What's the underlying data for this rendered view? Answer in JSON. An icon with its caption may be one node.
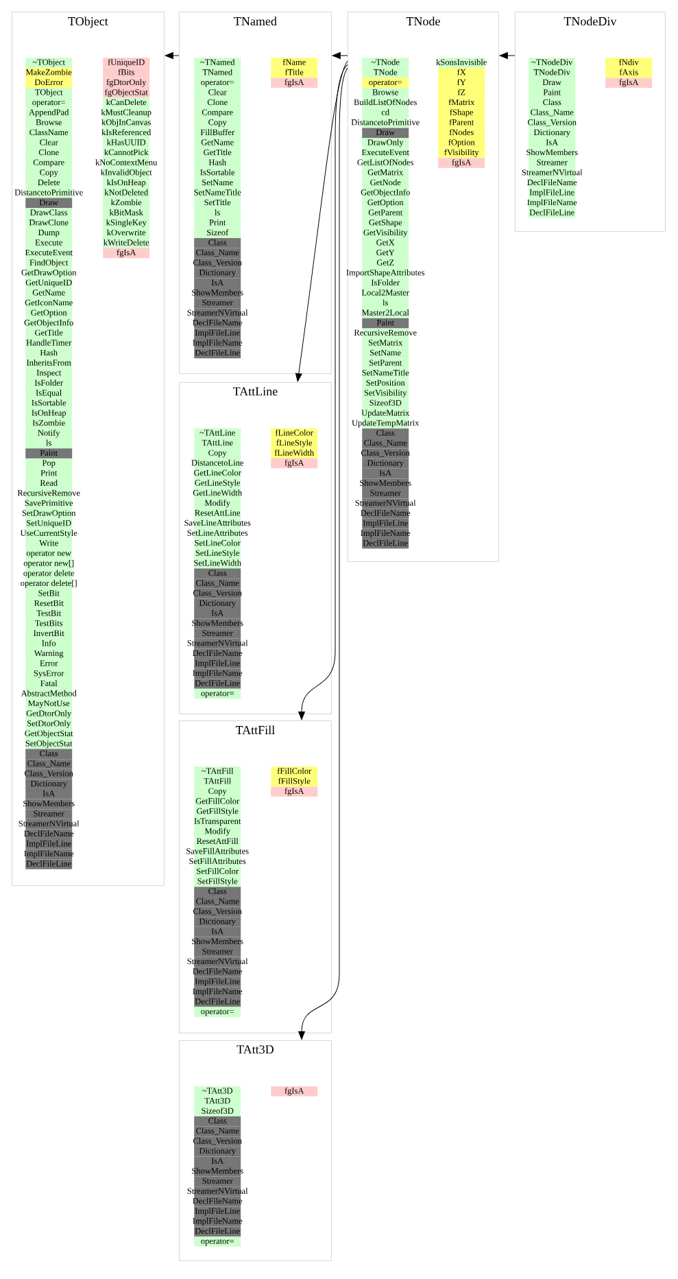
{
  "diagram": {
    "nodes": [
      {
        "text": [
          "TObject"
        ]
      },
      {
        "text": [
          "~TObject"
        ],
        "in": 0
      },
      {
        "text": [
          "MakeZombie"
        ],
        "in": 0
      },
      {
        "text": [
          "DoError"
        ],
        "in": 0
      },
      {
        "text": [
          "TObject"
        ],
        "in": 0
      },
      {
        "text": [
          "operator="
        ],
        "in": 0
      },
      {
        "text": [
          "AppendPad"
        ],
        "in": 0
      },
      {
        "text": [
          "Browse"
        ],
        "in": 0
      },
      {
        "text": [
          "ClassName"
        ],
        "in": 0
      },
      {
        "text": [
          "Clear"
        ],
        "in": 0
      },
      {
        "text": [
          "Clone"
        ],
        "in": 0
      },
      {
        "text": [
          "Compare"
        ],
        "in": 0
      },
      {
        "text": [
          "Copy"
        ],
        "in": 0
      },
      {
        "text": [
          "Delete"
        ],
        "in": 0
      },
      {
        "text": [
          "DistancetoPrimitive"
        ],
        "in": 0
      },
      {
        "text": [
          "Draw"
        ],
        "in": 0
      },
      {
        "text": [
          "DrawClass"
        ],
        "in": 0
      },
      {
        "text": [
          "DrawClone"
        ],
        "in": 0
      },
      {
        "text": [
          "Dump"
        ],
        "in": 0
      },
      {
        "text": [
          "Execute"
        ],
        "in": 0
      },
      {
        "text": [
          "ExecuteEvent"
        ],
        "in": 0
      },
      {
        "text": [
          "FindObject"
        ],
        "in": 0
      },
      {
        "text": [
          "GetDrawOption"
        ],
        "in": 0
      },
      {
        "text": [
          "GetUniqueID"
        ],
        "in": 0
      },
      {
        "text": [
          "GetName"
        ],
        "in": 0
      },
      {
        "text": [
          "GetIconName"
        ],
        "in": 0
      },
      {
        "text": [
          "GetOption"
        ],
        "in": 0
      },
      {
        "text": [
          "GetObjectInfo"
        ],
        "in": 0
      },
      {
        "text": [
          "GetTitle"
        ],
        "in": 0
      },
      {
        "text": [
          "HandleTimer"
        ],
        "in": 0
      },
      {
        "text": [
          "Hash"
        ],
        "in": 0
      },
      {
        "text": [
          "InheritsFrom"
        ],
        "in": 0
      },
      {
        "text": [
          "Inspect"
        ],
        "in": 0
      },
      {
        "text": [
          "IsFolder"
        ],
        "in": 0
      },
      {
        "text": [
          "IsEqual"
        ],
        "in": 0
      },
      {
        "text": [
          "IsSortable"
        ],
        "in": 0
      },
      {
        "text": [
          "IsOnHeap"
        ],
        "in": 0
      },
      {
        "text": [
          "IsZombie"
        ],
        "in": 0
      },
      {
        "text": [
          "Notify"
        ],
        "in": 0
      },
      {
        "text": [
          "ls"
        ],
        "in": 0
      },
      {
        "text": [
          "Paint"
        ],
        "in": 0
      },
      {
        "text": [
          "Pop"
        ],
        "in": 0
      },
      {
        "text": [
          "Print"
        ],
        "in": 0
      },
      {
        "text": [
          "Read"
        ],
        "in": 0
      },
      {
        "text": [
          "RecursiveRemove"
        ],
        "in": 0
      },
      {
        "text": [
          "SavePrimitive"
        ],
        "in": 0
      },
      {
        "text": [
          "SetDrawOption"
        ],
        "in": 0
      },
      {
        "text": [
          "SetUniqueID"
        ],
        "in": 0
      },
      {
        "text": [
          "UseCurrentStyle"
        ],
        "in": 0
      },
      {
        "text": [
          "Write"
        ],
        "in": 0
      },
      {
        "text": [
          "operator new"
        ],
        "in": 0
      },
      {
        "text": [
          "operator new[]"
        ],
        "in": 0
      },
      {
        "text": [
          "operator delete"
        ],
        "in": 0
      },
      {
        "text": [
          "operator delete[]"
        ],
        "in": 0
      },
      {
        "text": [
          "SetBit"
        ],
        "in": 0
      },
      {
        "text": [
          "ResetBit"
        ],
        "in": 0
      },
      {
        "text": [
          "TestBit"
        ],
        "in": 0
      },
      {
        "text": [
          "TestBits"
        ],
        "in": 0
      },
      {
        "text": [
          "InvertBit"
        ],
        "in": 0
      },
      {
        "text": [
          "Info"
        ],
        "in": 0
      },
      {
        "text": [
          "Warning"
        ],
        "in": 0
      },
      {
        "text": [
          "Error"
        ],
        "in": 0
      },
      {
        "text": [
          "SysError"
        ],
        "in": 0
      },
      {
        "text": [
          "Fatal"
        ],
        "in": 0
      },
      {
        "text": [
          "AbstractMethod"
        ],
        "in": 0
      },
      {
        "text": [
          "MayNotUse"
        ],
        "in": 0
      },
      {
        "text": [
          "GetDtorOnly"
        ],
        "in": 0
      },
      {
        "text": [
          "SetDtorOnly"
        ],
        "in": 0
      },
      {
        "text": [
          "GetObjectStat"
        ],
        "in": 0
      },
      {
        "text": [
          "SetObjectStat"
        ],
        "in": 0
      },
      {
        "text": [
          "Class"
        ],
        "in": 0
      },
      {
        "text": [
          "Class_Name"
        ],
        "in": 0
      },
      {
        "text": [
          "Class_Version"
        ],
        "in": 0
      },
      {
        "text": [
          "Dictionary"
        ],
        "in": 0
      },
      {
        "text": [
          "IsA"
        ],
        "in": 0
      },
      {
        "text": [
          "ShowMembers"
        ],
        "in": 0
      },
      {
        "text": [
          "Streamer"
        ],
        "in": 0
      },
      {
        "text": [
          "StreamerNVirtual"
        ],
        "in": 0
      },
      {
        "text": [
          "DeclFileName"
        ],
        "in": 0
      },
      {
        "text": [
          "ImplFileLine"
        ],
        "in": 0
      },
      {
        "text": [
          "ImplFileName"
        ],
        "in": 0
      },
      {
        "text": [
          "DeclFileLine"
        ],
        "in": 0
      },
      {
        "text": [
          "fUniqueID"
        ],
        "in": 0
      },
      {
        "text": [
          "fBits"
        ],
        "in": 0
      },
      {
        "text": [
          "fgDtorOnly"
        ],
        "in": 0
      },
      {
        "text": [
          "fgObjectStat"
        ],
        "in": 0
      },
      {
        "text": [
          "kCanDelete"
        ],
        "in": 0
      },
      {
        "text": [
          "kMustCleanup"
        ],
        "in": 0
      },
      {
        "text": [
          "kObjInCanvas"
        ],
        "in": 0
      },
      {
        "text": [
          "kIsReferenced"
        ],
        "in": 0
      },
      {
        "text": [
          "kHasUUID"
        ],
        "in": 0
      },
      {
        "text": [
          "kCannotPick"
        ],
        "in": 0
      },
      {
        "text": [
          "kNoContextMenu"
        ],
        "in": 0
      },
      {
        "text": [
          "kInvalidObject"
        ],
        "in": 0
      },
      {
        "text": [
          "kIsOnHeap"
        ],
        "in": 0
      },
      {
        "text": [
          "kNotDeleted"
        ],
        "in": 0
      },
      {
        "text": [
          "kZombie"
        ],
        "in": 0
      },
      {
        "text": [
          "kBitMask"
        ],
        "in": 0
      },
      {
        "text": [
          "kSingleKey"
        ],
        "in": 0
      },
      {
        "text": [
          "kOverwrite"
        ],
        "in": 0
      },
      {
        "text": [
          "kWriteDelete"
        ],
        "in": 0
      },
      {
        "text": [
          "fgIsA"
        ],
        "in": 0
      },
      {
        "text": [
          "TNamed"
        ]
      },
      {
        "text": [
          "~TNamed"
        ],
        "in": 102
      },
      {
        "text": [
          "TNamed"
        ],
        "in": 102
      },
      {
        "text": [
          "operator="
        ],
        "in": 102
      },
      {
        "text": [
          "Clear"
        ],
        "in": 102
      },
      {
        "text": [
          "Clone"
        ],
        "in": 102
      },
      {
        "text": [
          "Compare"
        ],
        "in": 102
      },
      {
        "text": [
          "Copy"
        ],
        "in": 102
      },
      {
        "text": [
          "FillBuffer"
        ],
        "in": 102
      },
      {
        "text": [
          "GetName"
        ],
        "in": 102
      },
      {
        "text": [
          "GetTitle"
        ],
        "in": 102
      },
      {
        "text": [
          "Hash"
        ],
        "in": 102
      },
      {
        "text": [
          "IsSortable"
        ],
        "in": 102
      },
      {
        "text": [
          "SetName"
        ],
        "in": 102
      },
      {
        "text": [
          "SetNameTitle"
        ],
        "in": 102
      },
      {
        "text": [
          "SetTitle"
        ],
        "in": 102
      },
      {
        "text": [
          "ls"
        ],
        "in": 102
      },
      {
        "text": [
          "Print"
        ],
        "in": 102
      },
      {
        "text": [
          "Sizeof"
        ],
        "in": 102
      },
      {
        "text": [
          "Class"
        ],
        "in": 102
      },
      {
        "text": [
          "Class_Name"
        ],
        "in": 102
      },
      {
        "text": [
          "Class_Version"
        ],
        "in": 102
      },
      {
        "text": [
          "Dictionary"
        ],
        "in": 102
      },
      {
        "text": [
          "IsA"
        ],
        "in": 102
      },
      {
        "text": [
          "ShowMembers"
        ],
        "in": 102
      },
      {
        "text": [
          "Streamer"
        ],
        "in": 102
      },
      {
        "text": [
          "StreamerNVirtual"
        ],
        "in": 102
      },
      {
        "text": [
          "DeclFileName"
        ],
        "in": 102
      },
      {
        "text": [
          "ImplFileLine"
        ],
        "in": 102
      },
      {
        "text": [
          "ImplFileName"
        ],
        "in": 102
      },
      {
        "text": [
          "DeclFileLine"
        ],
        "in": 102
      },
      {
        "text": [
          "fName"
        ],
        "in": 102
      },
      {
        "text": [
          "fTitle"
        ],
        "in": 102
      },
      {
        "text": [
          "fgIsA"
        ],
        "in": 102
      },
      {
        "text": [
          "TNode"
        ]
      },
      {
        "text": [
          "~TNode"
        ],
        "in": 136
      },
      {
        "text": [
          "TNode"
        ],
        "in": 136
      },
      {
        "text": [
          "operator="
        ],
        "in": 136
      },
      {
        "text": [
          "Browse"
        ],
        "in": 136
      },
      {
        "text": [
          "BuildListOfNodes"
        ],
        "in": 136
      },
      {
        "text": [
          "cd"
        ],
        "in": 136
      },
      {
        "text": [
          "DistancetoPrimitive"
        ],
        "in": 136
      },
      {
        "text": [
          "Draw"
        ],
        "in": 136
      },
      {
        "text": [
          "DrawOnly"
        ],
        "in": 136
      },
      {
        "text": [
          "ExecuteEvent"
        ],
        "in": 136
      },
      {
        "text": [
          "GetListOfNodes"
        ],
        "in": 136
      },
      {
        "text": [
          "GetMatrix"
        ],
        "in": 136
      },
      {
        "text": [
          "GetNode"
        ],
        "in": 136
      },
      {
        "text": [
          "GetObjectInfo"
        ],
        "in": 136
      },
      {
        "text": [
          "GetOption"
        ],
        "in": 136
      },
      {
        "text": [
          "GetParent"
        ],
        "in": 136
      },
      {
        "text": [
          "GetShape"
        ],
        "in": 136
      },
      {
        "text": [
          "GetVisibility"
        ],
        "in": 136
      },
      {
        "text": [
          "GetX"
        ],
        "in": 136
      },
      {
        "text": [
          "GetY"
        ],
        "in": 136
      },
      {
        "text": [
          "GetZ"
        ],
        "in": 136
      },
      {
        "text": [
          "ImportShapeAttributes"
        ],
        "in": 136
      },
      {
        "text": [
          "IsFolder"
        ],
        "in": 136
      },
      {
        "text": [
          "Local2Master"
        ],
        "in": 136
      },
      {
        "text": [
          "ls"
        ],
        "in": 136
      },
      {
        "text": [
          "Master2Local"
        ],
        "in": 136
      },
      {
        "text": [
          "Paint"
        ],
        "in": 136
      },
      {
        "text": [
          "RecursiveRemove"
        ],
        "in": 136
      },
      {
        "text": [
          "SetMatrix"
        ],
        "in": 136
      },
      {
        "text": [
          "SetName"
        ],
        "in": 136
      },
      {
        "text": [
          "SetParent"
        ],
        "in": 136
      },
      {
        "text": [
          "SetNameTitle"
        ],
        "in": 136
      },
      {
        "text": [
          "SetPosition"
        ],
        "in": 136
      },
      {
        "text": [
          "SetVisibility"
        ],
        "in": 136
      },
      {
        "text": [
          "Sizeof3D"
        ],
        "in": 136
      },
      {
        "text": [
          "UpdateMatrix"
        ],
        "in": 136
      },
      {
        "text": [
          "UpdateTempMatrix"
        ],
        "in": 136
      },
      {
        "text": [
          "Class"
        ],
        "in": 136
      },
      {
        "text": [
          "Class_Name"
        ],
        "in": 136
      },
      {
        "text": [
          "Class_Version"
        ],
        "in": 136
      },
      {
        "text": [
          "Dictionary"
        ],
        "in": 136
      },
      {
        "text": [
          "IsA"
        ],
        "in": 136
      },
      {
        "text": [
          "ShowMembers"
        ],
        "in": 136
      },
      {
        "text": [
          "Streamer"
        ],
        "in": 136
      },
      {
        "text": [
          "StreamerNVirtual"
        ],
        "in": 136
      },
      {
        "text": [
          "DeclFileName"
        ],
        "in": 136
      },
      {
        "text": [
          "ImplFileLine"
        ],
        "in": 136
      },
      {
        "text": [
          "ImplFileName"
        ],
        "in": 136
      },
      {
        "text": [
          "DeclFileLine"
        ],
        "in": 136
      },
      {
        "text": [
          "kSonsInvisible"
        ],
        "in": 136
      },
      {
        "text": [
          "fX"
        ],
        "in": 136
      },
      {
        "text": [
          "fY"
        ],
        "in": 136
      },
      {
        "text": [
          "fZ"
        ],
        "in": 136
      },
      {
        "text": [
          "fMatrix"
        ],
        "in": 136
      },
      {
        "text": [
          "fShape"
        ],
        "in": 136
      },
      {
        "text": [
          "fParent"
        ],
        "in": 136
      },
      {
        "text": [
          "fNodes"
        ],
        "in": 136
      },
      {
        "text": [
          "fOption"
        ],
        "in": 136
      },
      {
        "text": [
          "fVisibility"
        ],
        "in": 136
      },
      {
        "text": [
          "fgIsA"
        ],
        "in": 136
      },
      {
        "text": [
          "TNodeDiv"
        ]
      },
      {
        "text": [
          "~TNodeDiv"
        ],
        "in": 197
      },
      {
        "text": [
          "TNodeDiv"
        ],
        "in": 197
      },
      {
        "text": [
          "Draw"
        ],
        "in": 197
      },
      {
        "text": [
          "Paint"
        ],
        "in": 197
      },
      {
        "text": [
          "Class"
        ],
        "in": 197
      },
      {
        "text": [
          "Class_Name"
        ],
        "in": 197
      },
      {
        "text": [
          "Class_Version"
        ],
        "in": 197
      },
      {
        "text": [
          "Dictionary"
        ],
        "in": 197
      },
      {
        "text": [
          "IsA"
        ],
        "in": 197
      },
      {
        "text": [
          "ShowMembers"
        ],
        "in": 197
      },
      {
        "text": [
          "Streamer"
        ],
        "in": 197
      },
      {
        "text": [
          "StreamerNVirtual"
        ],
        "in": 197
      },
      {
        "text": [
          "DeclFileName"
        ],
        "in": 197
      },
      {
        "text": [
          "ImplFileLine"
        ],
        "in": 197
      },
      {
        "text": [
          "ImplFileName"
        ],
        "in": 197
      },
      {
        "text": [
          "DeclFileLine"
        ],
        "in": 197
      },
      {
        "text": [
          "fNdiv"
        ],
        "in": 197
      },
      {
        "text": [
          "fAxis"
        ],
        "in": 197
      },
      {
        "text": [
          "fgIsA"
        ],
        "in": 197
      },
      {
        "text": [
          "TAttLine"
        ]
      },
      {
        "text": [
          "~TAttLine"
        ],
        "in": 217
      },
      {
        "text": [
          "TAttLine"
        ],
        "in": 217
      },
      {
        "text": [
          "Copy"
        ],
        "in": 217
      },
      {
        "text": [
          "DistancetoLine"
        ],
        "in": 217
      },
      {
        "text": [
          "GetLineColor"
        ],
        "in": 217
      },
      {
        "text": [
          "GetLineStyle"
        ],
        "in": 217
      },
      {
        "text": [
          "GetLineWidth"
        ],
        "in": 217
      },
      {
        "text": [
          "Modify"
        ],
        "in": 217
      },
      {
        "text": [
          "ResetAttLine"
        ],
        "in": 217
      },
      {
        "text": [
          "SaveLineAttributes"
        ],
        "in": 217
      },
      {
        "text": [
          "SetLineAttributes"
        ],
        "in": 217
      },
      {
        "text": [
          "SetLineColor"
        ],
        "in": 217
      },
      {
        "text": [
          "SetLineStyle"
        ],
        "in": 217
      },
      {
        "text": [
          "SetLineWidth"
        ],
        "in": 217
      },
      {
        "text": [
          "Class"
        ],
        "in": 217
      },
      {
        "text": [
          "Class_Name"
        ],
        "in": 217
      },
      {
        "text": [
          "Class_Version"
        ],
        "in": 217
      },
      {
        "text": [
          "Dictionary"
        ],
        "in": 217
      },
      {
        "text": [
          "IsA"
        ],
        "in": 217
      },
      {
        "text": [
          "ShowMembers"
        ],
        "in": 217
      },
      {
        "text": [
          "Streamer"
        ],
        "in": 217
      },
      {
        "text": [
          "StreamerNVirtual"
        ],
        "in": 217
      },
      {
        "text": [
          "DeclFileName"
        ],
        "in": 217
      },
      {
        "text": [
          "ImplFileLine"
        ],
        "in": 217
      },
      {
        "text": [
          "ImplFileName"
        ],
        "in": 217
      },
      {
        "text": [
          "DeclFileLine"
        ],
        "in": 217
      },
      {
        "text": [
          "operator="
        ],
        "in": 217
      },
      {
        "text": [
          "fLineColor"
        ],
        "in": 217
      },
      {
        "text": [
          "fLineStyle"
        ],
        "in": 217
      },
      {
        "text": [
          "fLineWidth"
        ],
        "in": 217
      },
      {
        "text": [
          "fgIsA"
        ],
        "in": 217
      },
      {
        "text": [
          "TAttFill"
        ]
      },
      {
        "text": [
          "~TAttFill"
        ],
        "in": 249
      },
      {
        "text": [
          "TAttFill"
        ],
        "in": 249
      },
      {
        "text": [
          "Copy"
        ],
        "in": 249
      },
      {
        "text": [
          "GetFillColor"
        ],
        "in": 249
      },
      {
        "text": [
          "GetFillStyle"
        ],
        "in": 249
      },
      {
        "text": [
          "IsTransparent"
        ],
        "in": 249
      },
      {
        "text": [
          "Modify"
        ],
        "in": 249
      },
      {
        "text": [
          "ResetAttFill"
        ],
        "in": 249
      },
      {
        "text": [
          "SaveFillAttributes"
        ],
        "in": 249
      },
      {
        "text": [
          "SetFillAttributes"
        ],
        "in": 249
      },
      {
        "text": [
          "SetFillColor"
        ],
        "in": 249
      },
      {
        "text": [
          "SetFillStyle"
        ],
        "in": 249
      },
      {
        "text": [
          "Class"
        ],
        "in": 249
      },
      {
        "text": [
          "Class_Name"
        ],
        "in": 249
      },
      {
        "text": [
          "Class_Version"
        ],
        "in": 249
      },
      {
        "text": [
          "Dictionary"
        ],
        "in": 249
      },
      {
        "text": [
          "IsA"
        ],
        "in": 249
      },
      {
        "text": [
          "ShowMembers"
        ],
        "in": 249
      },
      {
        "text": [
          "Streamer"
        ],
        "in": 249
      },
      {
        "text": [
          "StreamerNVirtual"
        ],
        "in": 249
      },
      {
        "text": [
          "DeclFileName"
        ],
        "in": 249
      },
      {
        "text": [
          "ImplFileLine"
        ],
        "in": 249
      },
      {
        "text": [
          "ImplFileName"
        ],
        "in": 249
      },
      {
        "text": [
          "DeclFileLine"
        ],
        "in": 249
      },
      {
        "text": [
          "operator="
        ],
        "in": 249
      },
      {
        "text": [
          "fFillColor"
        ],
        "in": 249
      },
      {
        "text": [
          "fFillStyle"
        ],
        "in": 249
      },
      {
        "text": [
          "fgIsA"
        ],
        "in": 249
      },
      {
        "text": [
          "TAtt3D"
        ]
      },
      {
        "text": [
          "~TAtt3D"
        ],
        "in": 278
      },
      {
        "text": [
          "TAtt3D"
        ],
        "in": 278
      },
      {
        "text": [
          "Sizeof3D"
        ],
        "in": 278
      },
      {
        "text": [
          "Class"
        ],
        "in": 278
      },
      {
        "text": [
          "Class_Name"
        ],
        "in": 278
      },
      {
        "text": [
          "Class_Version"
        ],
        "in": 278
      },
      {
        "text": [
          "Dictionary"
        ],
        "in": 278
      },
      {
        "text": [
          "IsA"
        ],
        "in": 278
      },
      {
        "text": [
          "ShowMembers"
        ],
        "in": 278
      },
      {
        "text": [
          "Streamer"
        ],
        "in": 278
      },
      {
        "text": [
          "StreamerNVirtual"
        ],
        "in": 278
      },
      {
        "text": [
          "DeclFileName"
        ],
        "in": 278
      },
      {
        "text": [
          "ImplFileLine"
        ],
        "in": 278
      },
      {
        "text": [
          "ImplFileName"
        ],
        "in": 278
      },
      {
        "text": [
          "DeclFileLine"
        ],
        "in": 278
      },
      {
        "text": [
          "operator="
        ],
        "in": 278
      },
      {
        "text": [
          "fgIsA"
        ],
        "in": 278
      }
    ],
    "edges": [
      {
        "from": 102,
        "to": 0,
        "arrow": "to"
      },
      {
        "from": 136,
        "to": 102,
        "arrow": "to"
      },
      {
        "from": 197,
        "to": 136,
        "arrow": "to"
      },
      {
        "from": 136,
        "to": 217,
        "arrow": "to"
      },
      {
        "from": 136,
        "to": 249,
        "arrow": "to"
      },
      {
        "from": 136,
        "to": 278,
        "arrow": "to"
      }
    ]
  }
}
